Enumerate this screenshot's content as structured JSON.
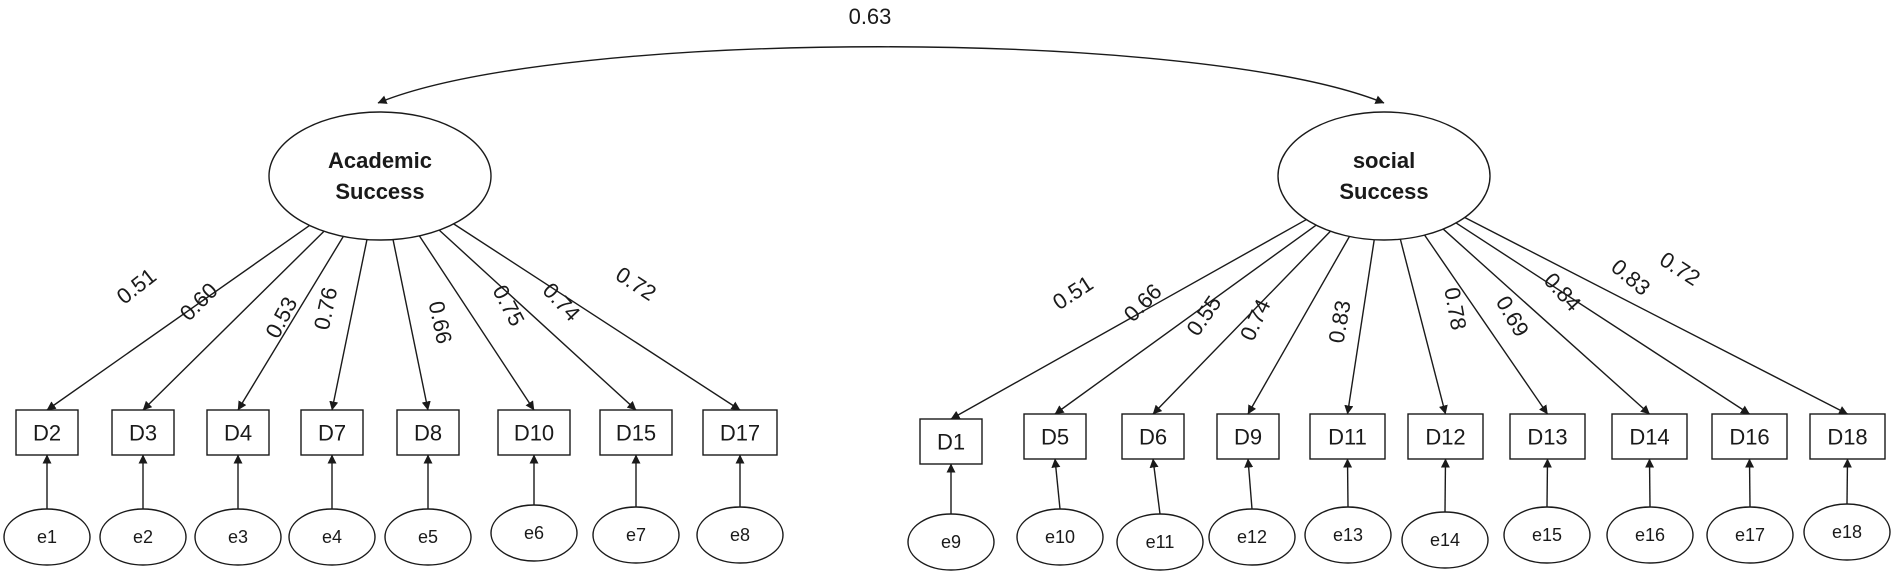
{
  "correlation": {
    "label": "0.63"
  },
  "latents": [
    {
      "id": "academic",
      "line1": "Academic",
      "line2": "Success"
    },
    {
      "id": "social",
      "line1": "social",
      "line2": "Success"
    }
  ],
  "indicators": [
    {
      "id": "D2",
      "label": "D2",
      "latent": "academic",
      "loading": "0.51",
      "error": "e1"
    },
    {
      "id": "D3",
      "label": "D3",
      "latent": "academic",
      "loading": "0.60",
      "error": "e2"
    },
    {
      "id": "D4",
      "label": "D4",
      "latent": "academic",
      "loading": "0.53",
      "error": "e3"
    },
    {
      "id": "D7",
      "label": "D7",
      "latent": "academic",
      "loading": "0.76",
      "error": "e4"
    },
    {
      "id": "D8",
      "label": "D8",
      "latent": "academic",
      "loading": "0.66",
      "error": "e5"
    },
    {
      "id": "D10",
      "label": "D10",
      "latent": "academic",
      "loading": "0.75",
      "error": "e6"
    },
    {
      "id": "D15",
      "label": "D15",
      "latent": "academic",
      "loading": "0.74",
      "error": "e7"
    },
    {
      "id": "D17",
      "label": "D17",
      "latent": "academic",
      "loading": "0.72",
      "error": "e8"
    },
    {
      "id": "D1",
      "label": "D1",
      "latent": "social",
      "loading": "0.51",
      "error": "e9"
    },
    {
      "id": "D5",
      "label": "D5",
      "latent": "social",
      "loading": "0.66",
      "error": "e10"
    },
    {
      "id": "D6",
      "label": "D6",
      "latent": "social",
      "loading": "0.55",
      "error": "e11"
    },
    {
      "id": "D9",
      "label": "D9",
      "latent": "social",
      "loading": "0.74",
      "error": "e12"
    },
    {
      "id": "D11",
      "label": "D11",
      "latent": "social",
      "loading": "0.83",
      "error": "e13"
    },
    {
      "id": "D12",
      "label": "D12",
      "latent": "social",
      "loading": "0.78",
      "error": "e14"
    },
    {
      "id": "D13",
      "label": "D13",
      "latent": "social",
      "loading": "0.69",
      "error": "e15"
    },
    {
      "id": "D14",
      "label": "D14",
      "latent": "social",
      "loading": "0.84",
      "error": "e16"
    },
    {
      "id": "D16",
      "label": "D16",
      "latent": "social",
      "loading": "0.83",
      "error": "e17"
    },
    {
      "id": "D18",
      "label": "D18",
      "latent": "social",
      "loading": "0.72",
      "error": "e18"
    }
  ]
}
